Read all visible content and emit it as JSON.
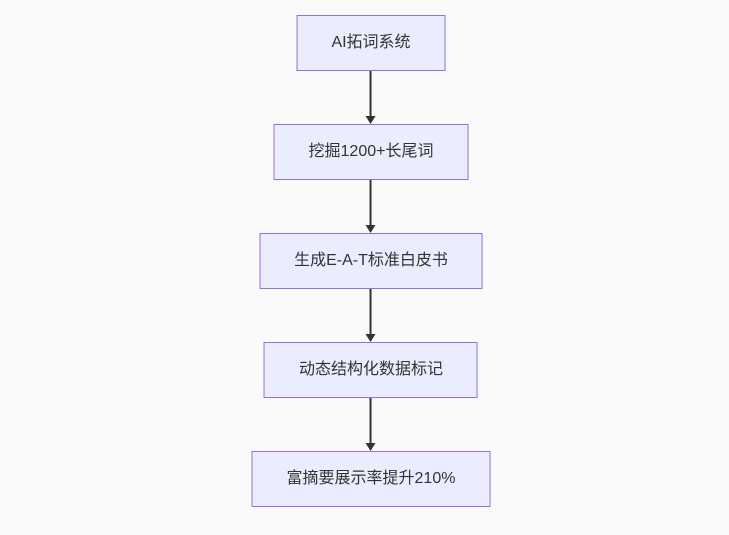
{
  "diagram": {
    "type": "flowchart",
    "direction": "top-down",
    "background_color": "#fafafa",
    "theme": {
      "node_fill": "#ececff",
      "node_border": "#9370db",
      "node_text_color": "#333333",
      "arrow_color": "#333333"
    },
    "nodes": [
      {
        "id": "n1",
        "label": "AI拓词系统"
      },
      {
        "id": "n2",
        "label": "挖掘1200+长尾词"
      },
      {
        "id": "n3",
        "label": "生成E-A-T标准白皮书"
      },
      {
        "id": "n4",
        "label": "动态结构化数据标记"
      },
      {
        "id": "n5",
        "label": "富摘要展示率提升210%"
      }
    ],
    "edges": [
      {
        "from": "n1",
        "to": "n2"
      },
      {
        "from": "n2",
        "to": "n3"
      },
      {
        "from": "n3",
        "to": "n4"
      },
      {
        "from": "n4",
        "to": "n5"
      }
    ]
  }
}
